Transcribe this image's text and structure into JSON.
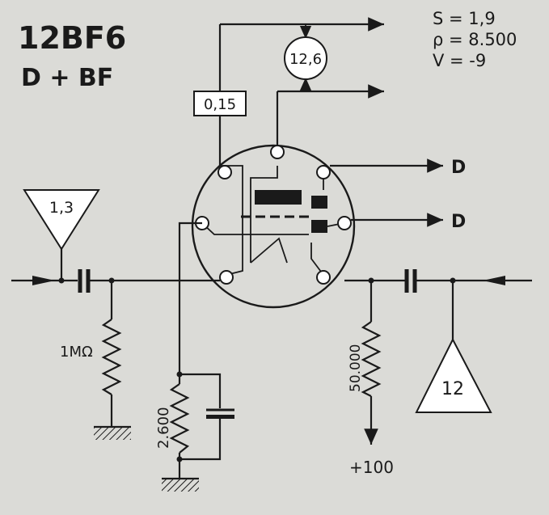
{
  "tube": {
    "name": "12BF6",
    "function": "D + BF"
  },
  "params": {
    "s": "S = 1,9",
    "rho": "ρ = 8.500",
    "v": "V = -9"
  },
  "heater": {
    "voltage": "12,6",
    "current": "0,15"
  },
  "outputs": {
    "d1": "D",
    "d2": "D"
  },
  "stages": {
    "input_gain": "1,3",
    "output_gain": "12"
  },
  "components": {
    "grid_resistor": "1MΩ",
    "cathode_resistor": "2.600",
    "plate_resistor": "50.000",
    "supply": "+100"
  },
  "colors": {
    "background": "#dbdbd7",
    "ink": "#1a1a1a"
  }
}
